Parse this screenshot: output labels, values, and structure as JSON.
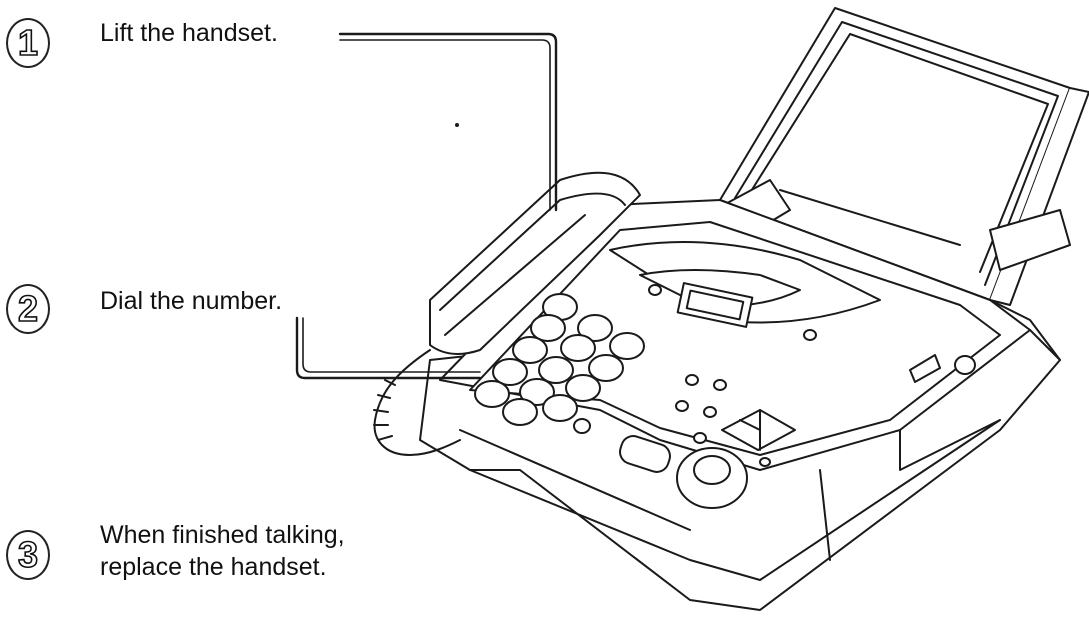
{
  "steps": [
    {
      "number": "1",
      "text": "Lift the handset."
    },
    {
      "number": "2",
      "text": "Dial the number."
    },
    {
      "number": "3",
      "line1": "When finished talking,",
      "line2": "replace the handset."
    }
  ]
}
